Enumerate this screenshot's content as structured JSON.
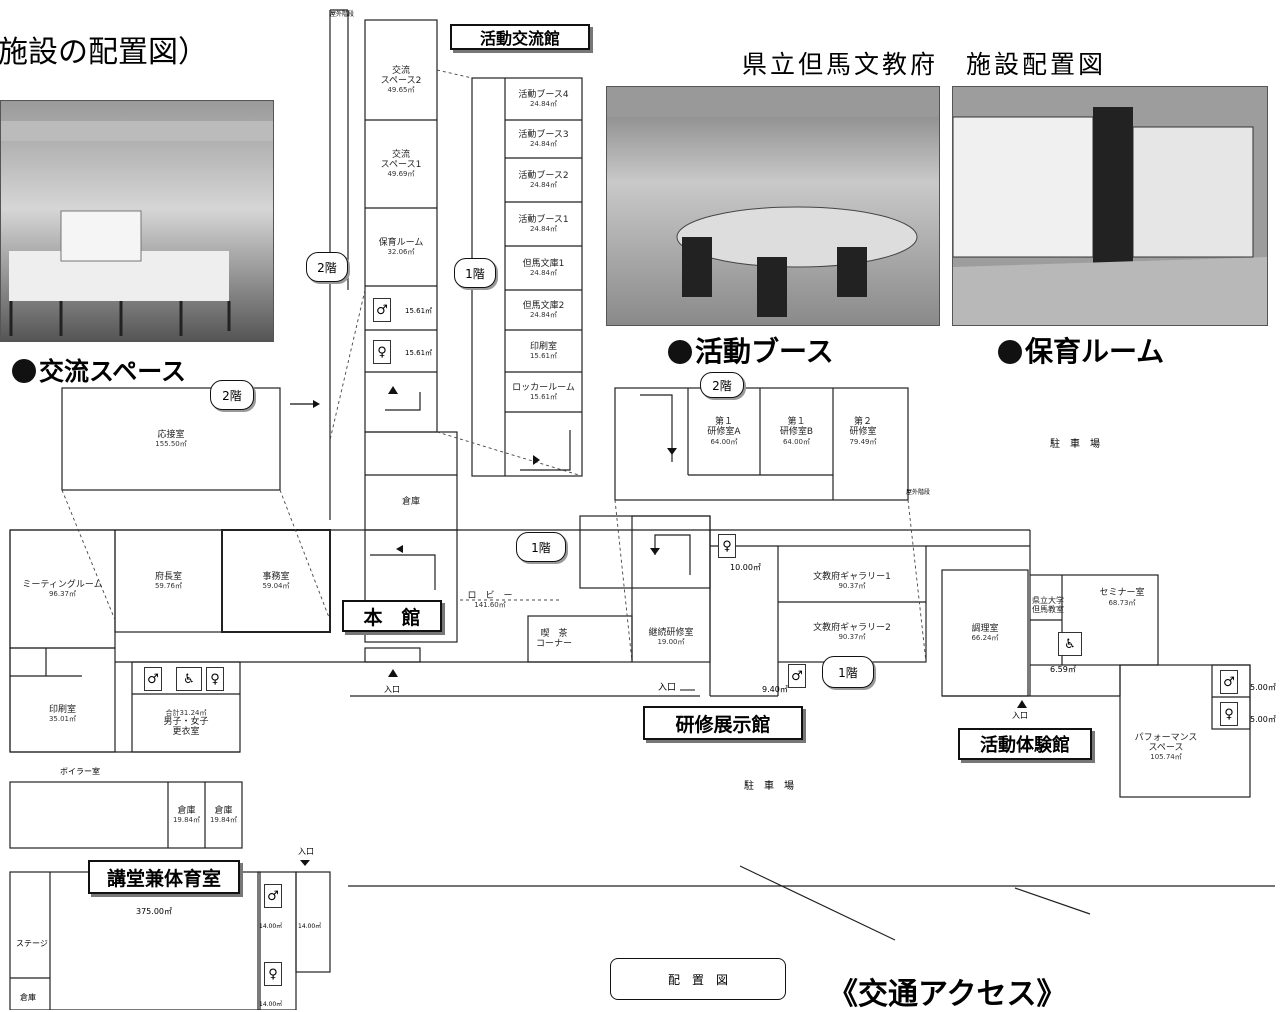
{
  "titles": {
    "left_title": "施設の配置図）",
    "main_title": "県立但馬文教府　施設配置図",
    "access_title": "《交通アクセス》"
  },
  "photo_captions": {
    "exchange": "交流スペース",
    "booth": "活動ブース",
    "childcare": "保育ルーム"
  },
  "buildings": {
    "exchange_hall": "活動交流館",
    "main_hall": "本　館",
    "training_hall": "研修展示館",
    "activity_hall": "活動体験館",
    "auditorium": "講堂兼体育室"
  },
  "floors": {
    "f2": "2階",
    "f1": "1階"
  },
  "rooms_2f_exchange": [
    {
      "name": "交流\nスペース2",
      "area": "49.65㎡"
    },
    {
      "name": "交流\nスペース1",
      "area": "49.69㎡"
    },
    {
      "name": "保育ルーム",
      "area": "32.06㎡"
    },
    {
      "name": "",
      "area": "15.61㎡"
    },
    {
      "name": "",
      "area": "15.61㎡"
    }
  ],
  "rooms_1f_exchange": [
    {
      "name": "活動ブース4",
      "area": "24.84㎡"
    },
    {
      "name": "活動ブース3",
      "area": "24.84㎡"
    },
    {
      "name": "活動ブース2",
      "area": "24.84㎡"
    },
    {
      "name": "活動ブース1",
      "area": "24.84㎡"
    },
    {
      "name": "但馬文庫1",
      "area": "24.84㎡"
    },
    {
      "name": "但馬文庫2",
      "area": "24.84㎡"
    },
    {
      "name": "印刷室",
      "area": "15.61㎡"
    },
    {
      "name": "ロッカールーム",
      "area": "15.61㎡"
    }
  ],
  "other_rooms": {
    "reception": {
      "name": "応接室",
      "area": "155.50㎡"
    },
    "meeting": {
      "name": "ミーティングルーム",
      "area": "96.37㎡"
    },
    "director": {
      "name": "府長室",
      "area": "59.76㎡"
    },
    "office": {
      "name": "事務室",
      "area": "59.04㎡"
    },
    "print": {
      "name": "印刷室",
      "area": "35.01㎡"
    },
    "locker": {
      "name": "男子・女子\n更衣室",
      "area": "合計31.24㎡"
    },
    "boiler": "ボイラー室",
    "storage1": {
      "name": "倉庫",
      "area": "19.84㎡"
    },
    "storage2": {
      "name": "倉庫",
      "area": "19.84㎡"
    },
    "stage": "ステージ",
    "stage_store": "倉庫",
    "auditorium_area": "375.00㎡",
    "wc_a": "14.00㎡",
    "wc_b": "14.00㎡",
    "wc_c": "14.00㎡",
    "warehouse": "倉庫",
    "lobby": {
      "name": "ロ　ビ　ー",
      "area": "141.60㎡"
    },
    "cafe": "喫　茶\nコーナー",
    "lecture1a": {
      "name": "第１\n研修室A",
      "area": "64.00㎡"
    },
    "lecture1b": {
      "name": "第１\n研修室B",
      "area": "64.00㎡"
    },
    "lecture2": {
      "name": "第２\n研修室",
      "area": "79.49㎡"
    },
    "gallery1": {
      "name": "文教府ギャラリー1",
      "area": "90.37㎡"
    },
    "gallery2": {
      "name": "文教府ギャラリー2",
      "area": "90.37㎡"
    },
    "continue": {
      "name": "継続研修室",
      "area": "19.00㎡"
    },
    "wc_train": "10.00㎡",
    "wc_train2": "9.40㎡",
    "cooking": {
      "name": "調理室",
      "area": "66.24㎡"
    },
    "tajima": {
      "name": "県立大学\n但馬教室",
      "area": ""
    },
    "seminar": {
      "name": "セミナー室",
      "area": "68.73㎡"
    },
    "wc_act": "6.59㎡",
    "performance": {
      "name": "パフォーマンス\nスペース",
      "area": "105.74㎡"
    },
    "wc_p1": "5.00㎡",
    "wc_p2": "5.00㎡",
    "stair_label": "屋外階段",
    "stair_label2": "屋外階段"
  },
  "labels": {
    "entrance": "入口",
    "parking1": "駐　車　場",
    "parking2": "駐　車　場",
    "layout": "配　置　図"
  }
}
